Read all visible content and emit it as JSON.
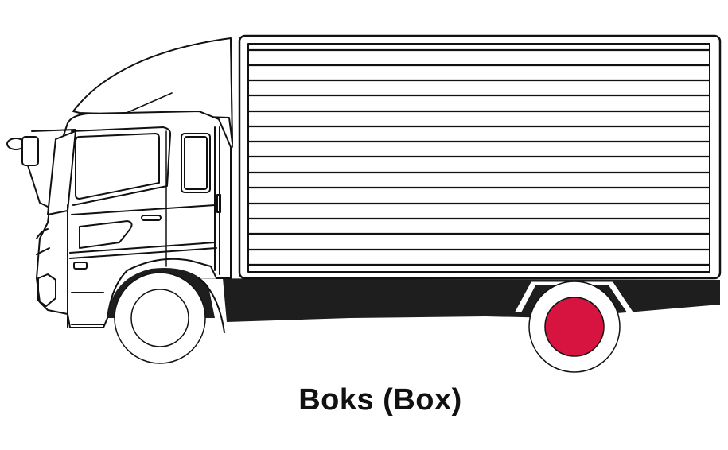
{
  "illustration": {
    "subject": "box truck side view",
    "colors": {
      "outline": "#111111",
      "chassis": "#1e1e1e",
      "highlight_wheel": "#d6143f",
      "background": "#ffffff"
    },
    "box_slat_count": 15
  },
  "caption": {
    "text": "Boks (Box)"
  }
}
